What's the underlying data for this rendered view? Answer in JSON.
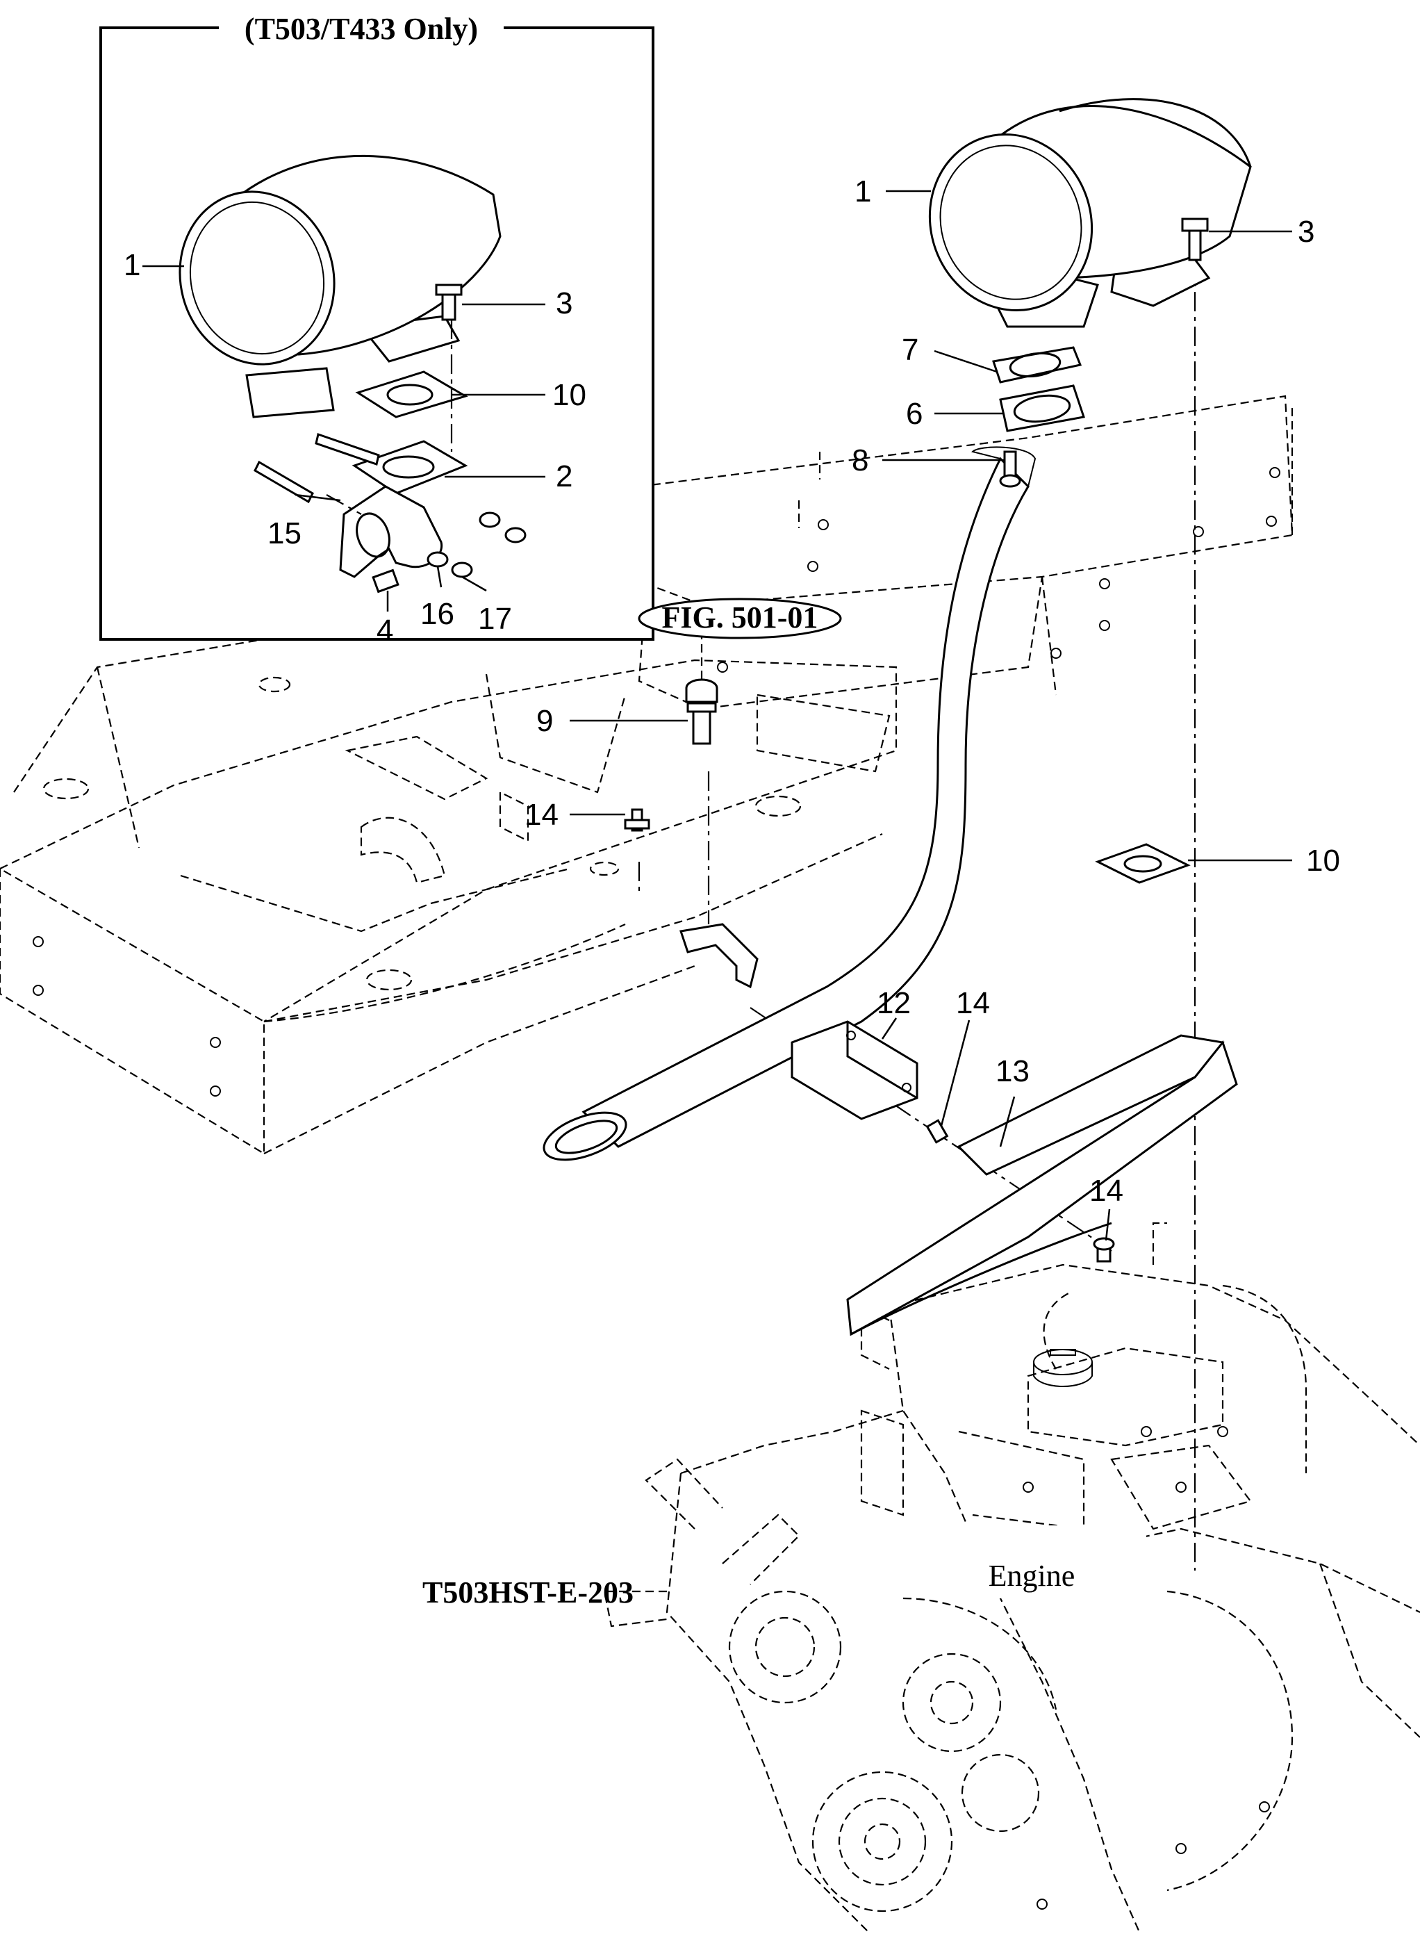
{
  "inset": {
    "title": "(T503/T433 Only)"
  },
  "callouts": {
    "inset_1": "1",
    "inset_3": "3",
    "inset_10": "10",
    "inset_2": "2",
    "inset_15": "15",
    "inset_4": "4",
    "inset_16": "16",
    "inset_17": "17",
    "main_1": "1",
    "main_3": "3",
    "main_7": "7",
    "main_6": "6",
    "main_8": "8",
    "main_9": "9",
    "main_14a": "14",
    "main_10": "10",
    "main_12": "12",
    "main_14b": "14",
    "main_13": "13",
    "main_14c": "14"
  },
  "fig_reference": "FIG. 501-01",
  "engine_label": "Engine",
  "drawing_code": "T503HST-E-203"
}
